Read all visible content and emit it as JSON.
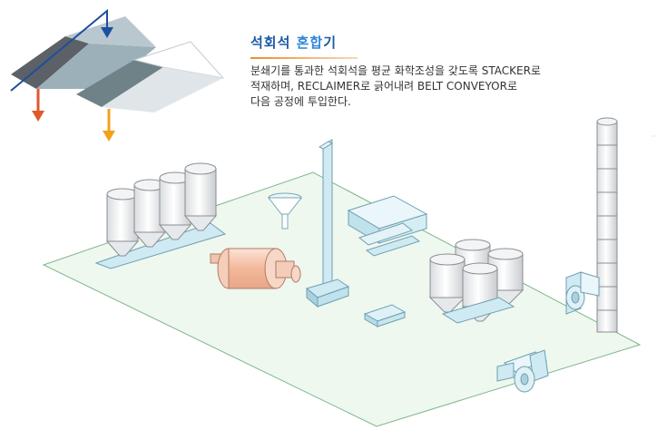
{
  "title": {
    "part1": "석회석 ",
    "part2": "혼합",
    "part3": "기"
  },
  "description": {
    "line1": "분쇄기를 통과한 석회석을 평균 화학조성을 갖도록 STACKER로",
    "line2": "적재하며, RECLAIMER로 긁어내려 BELT CONVEYOR로",
    "line3": "다음 공정에 투입한다."
  },
  "colors": {
    "accent_blue": "#1c5aa6",
    "orange_rule": "#f08b2c",
    "equipment_light": "#cfeaf2",
    "floor": "#eef8ef"
  }
}
